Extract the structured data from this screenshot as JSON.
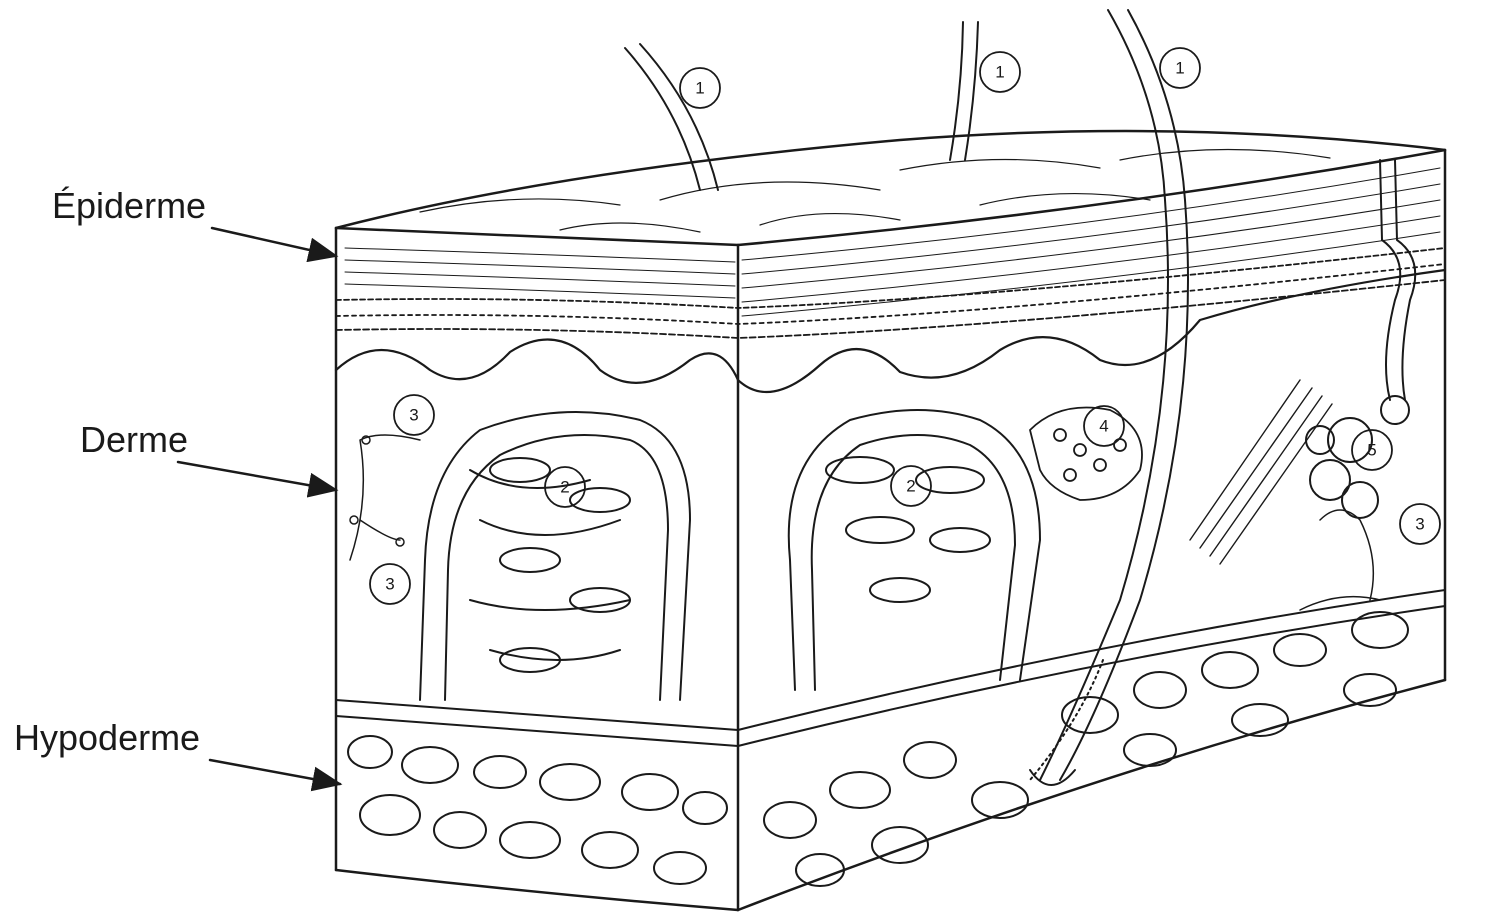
{
  "labels": {
    "epiderme": "Épiderme",
    "derme": "Derme",
    "hypoderme": "Hypoderme"
  },
  "markers": {
    "hair": "1",
    "vessel_network": "2",
    "nerve_ending": "3",
    "sebaceous_gland": "4",
    "sweat_gland": "5"
  }
}
